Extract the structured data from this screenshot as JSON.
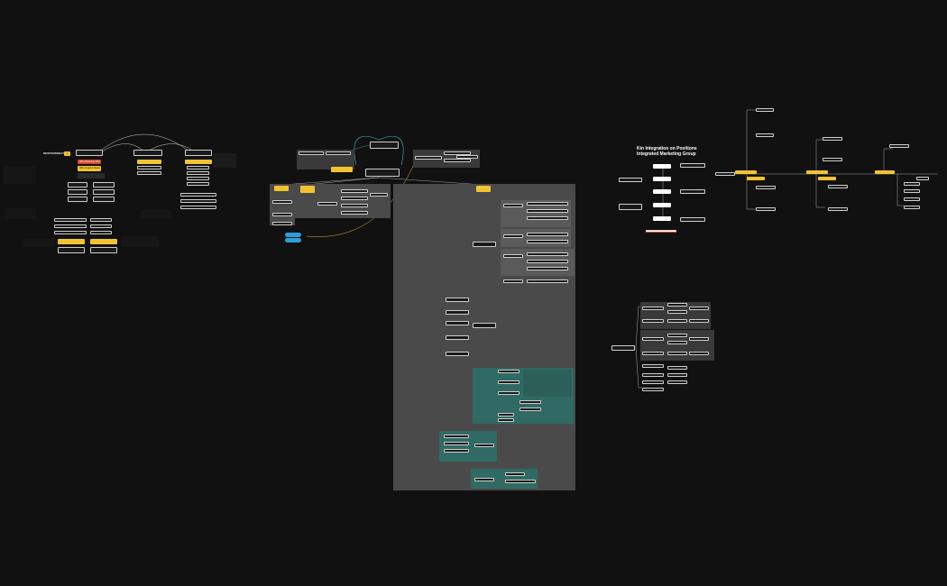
{
  "canvas": {
    "background": "#111111",
    "accent_yellow": "#f2c230",
    "accent_red": "#d6452c",
    "accent_blue": "#2a9fd8",
    "panel_grey": "#4a4a4a",
    "panel_teal": "#2f6b64"
  },
  "right_map": {
    "title_line1": "Kin Integration on Positions",
    "title_line2": "Integrated Marketing Group"
  },
  "left_map": {
    "root_label": "RESPONSIBILITY RA",
    "badge": "1",
    "red_node": "IMG Marketing Review",
    "yellow_node": "IMG Creative Review"
  }
}
